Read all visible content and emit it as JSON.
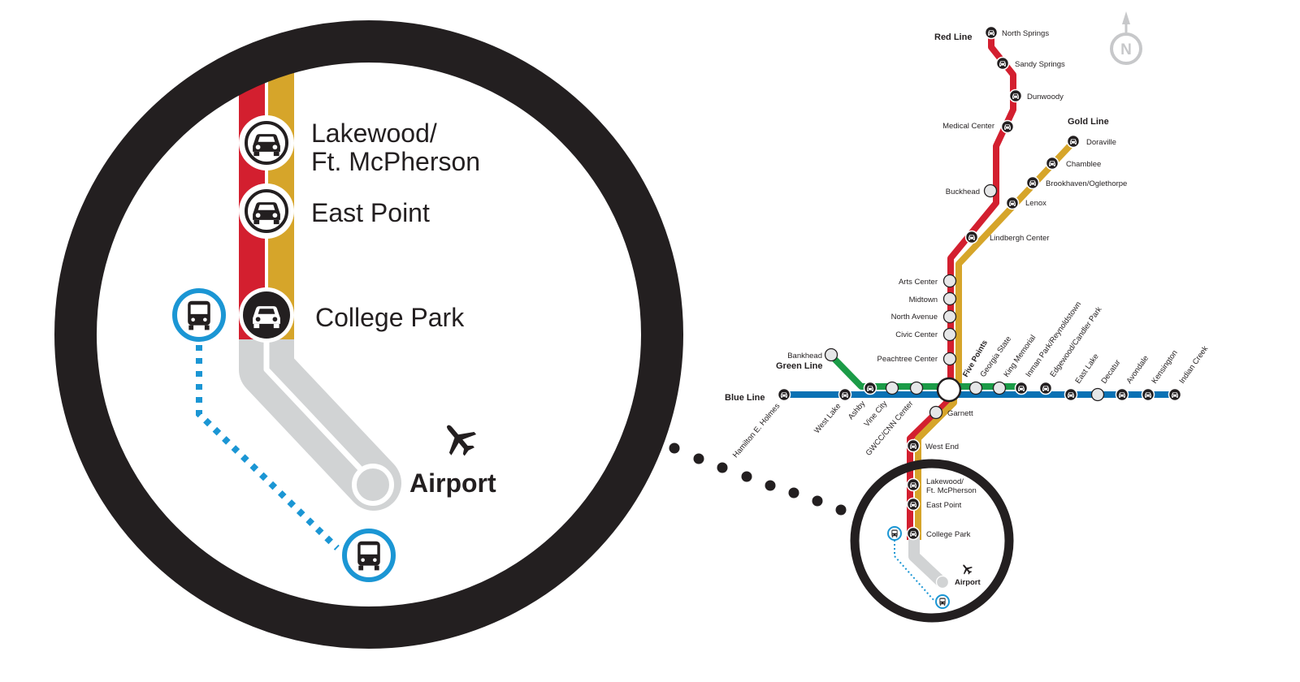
{
  "lines": {
    "red": {
      "name": "Red Line",
      "color": "#d31f2f"
    },
    "gold": {
      "name": "Gold Line",
      "color": "#d6a52a"
    },
    "green": {
      "name": "Green Line",
      "color": "#1b9b47"
    },
    "blue": {
      "name": "Blue Line",
      "color": "#0a71b4"
    }
  },
  "airport_spur_color": "#d1d3d4",
  "bus_color": "#1b96d4",
  "ring_color": "#231f20",
  "compass": {
    "label": "N",
    "color": "#c7c8ca"
  },
  "zoom_detail": {
    "stations": [
      {
        "name_line1": "Lakewood/",
        "name_line2": "Ft. McPherson",
        "icon": "parking-car-icon"
      },
      {
        "name_line1": "East Point",
        "name_line2": "",
        "icon": "parking-car-icon"
      },
      {
        "name_line1": "College Park",
        "name_line2": "",
        "icon": "parking-car-icon"
      }
    ],
    "airport": {
      "name": "Airport",
      "icon": "airplane-icon"
    }
  },
  "map": {
    "red_north": [
      "North Springs",
      "Sandy Springs",
      "Dunwoody",
      "Medical Center",
      "Buckhead"
    ],
    "gold_north": [
      "Doraville",
      "Chamblee",
      "Brookhaven/Oglethorpe",
      "Lenox"
    ],
    "trunk_north": [
      "Lindbergh Center",
      "Arts Center",
      "Midtown",
      "North Avenue",
      "Civic Center",
      "Peachtree Center"
    ],
    "hub": "Five Points",
    "green_terminal": "Bankhead",
    "west": [
      "Hamilton E. Holmes",
      "West Lake",
      "Ashby",
      "Vine City",
      "GWCC/CNN Center"
    ],
    "east": [
      "Georgia State",
      "King Memorial",
      "Inman Park/Reynoldstown",
      "Edgewood/Candler Park",
      "East Lake",
      "Decatur",
      "Avondale",
      "Kensington",
      "Indian Creek"
    ],
    "south": [
      "Garnett",
      "West End",
      "Lakewood/",
      "Ft. McPherson",
      "East Point",
      "College Park"
    ],
    "airport": "Airport"
  }
}
